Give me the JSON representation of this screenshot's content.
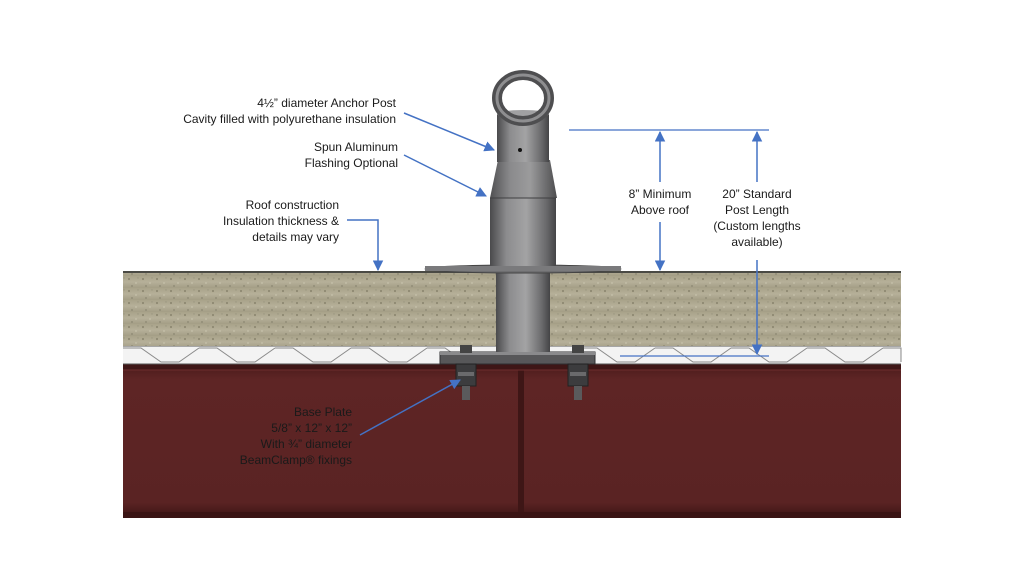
{
  "colors": {
    "roof_fill": "#b3ad95",
    "roof_speckle": "#8f8a74",
    "beam": "#5a2323",
    "beam_dark": "#3e1616",
    "steel": "#6d6d6f",
    "steel_light": "#a9a9aa",
    "arrow": "#4472c4"
  },
  "labels": {
    "anchor_post": {
      "line1": "4½” diameter Anchor Post",
      "line2": "Cavity filled with polyurethane insulation"
    },
    "flashing": {
      "line1": "Spun Aluminum",
      "line2": "Flashing Optional"
    },
    "roof": {
      "line1": "Roof construction",
      "line2": "Insulation thickness &",
      "line3": "details may vary"
    },
    "minimum": {
      "line1": "8” Minimum",
      "line2": "Above roof"
    },
    "standard": {
      "line1": "20” Standard",
      "line2": "Post Length",
      "line3": "(Custom lengths",
      "line4": "available)"
    },
    "base_plate": {
      "line1": "Base Plate",
      "line2": "5/8” x 12” x 12”",
      "line3": "With ¾” diameter",
      "line4": "BeamClamp® fixings"
    }
  }
}
